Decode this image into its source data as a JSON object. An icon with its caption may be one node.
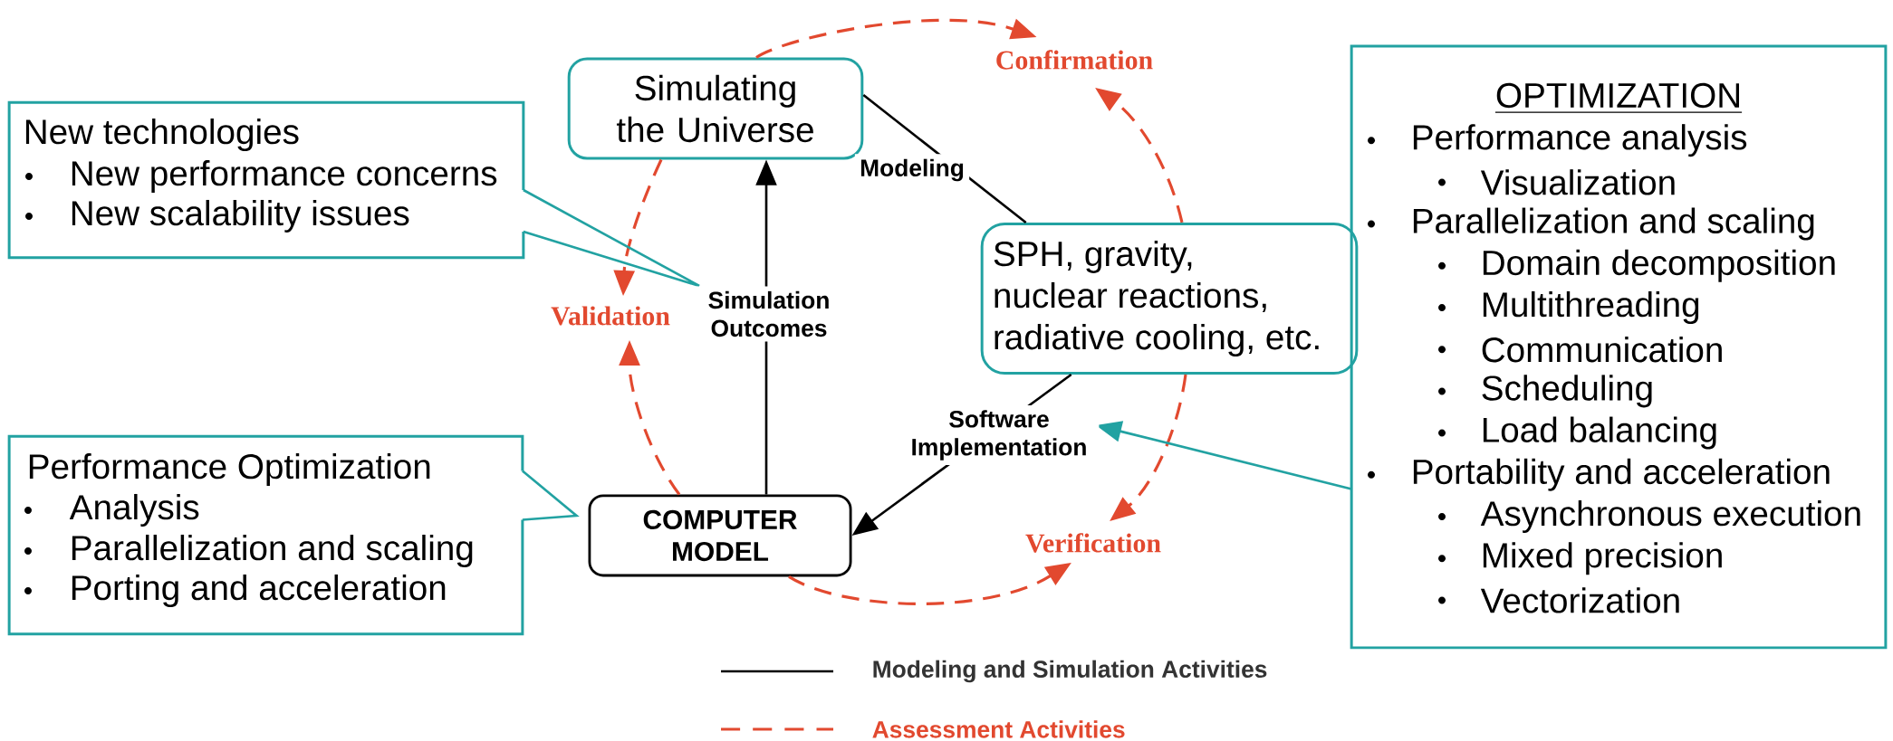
{
  "diagram": {
    "nodes": [
      {
        "text": [
          "Simulating the Universe"
        ]
      },
      {
        "text": [
          "COMPUTER MODEL"
        ]
      },
      {
        "text": [
          "SPH, gravity, nuclear reactions, radiative cooling, etc."
        ]
      },
      {
        "text": [
          "New technologies",
          "New performance concerns",
          "New scalability issues"
        ]
      },
      {
        "text": [
          "Performance Optimization",
          "Analysis",
          "Parallelization and scaling",
          "Porting and acceleration"
        ]
      },
      {
        "text": [
          "OPTIMIZATION",
          "Performance analysis",
          "Visualization",
          "Parallelization and scaling",
          "Domain decomposition",
          "Multithreading",
          "Communication",
          "Scheduling",
          "Load balancing",
          "Portability and acceleration",
          "Asynchronous execution",
          "Mixed precision",
          "Vectorization"
        ]
      },
      {
        "text": [
          "Confirmation"
        ]
      },
      {
        "text": [
          "Validation"
        ]
      },
      {
        "text": [
          "Verification"
        ]
      }
    ],
    "edges": [
      {
        "from": 1,
        "to": 0,
        "arrow": "to",
        "label": "Simulation Outcomes",
        "color": "#000000"
      },
      {
        "from": 0,
        "to": 2,
        "arrow": "none",
        "label": "Modeling",
        "color": "#000000"
      },
      {
        "from": 2,
        "to": 1,
        "arrow": "to",
        "label": "Software Implementation",
        "color": "#000000"
      },
      {
        "from": 0,
        "to": 6,
        "arrow": "to",
        "style": "dashed",
        "color": "#e2492f"
      },
      {
        "from": 2,
        "to": 6,
        "arrow": "to",
        "style": "dashed",
        "color": "#e2492f"
      },
      {
        "from": 0,
        "to": 7,
        "arrow": "to",
        "style": "dashed",
        "color": "#e2492f"
      },
      {
        "from": 1,
        "to": 7,
        "arrow": "to",
        "style": "dashed",
        "color": "#e2492f"
      },
      {
        "from": 2,
        "to": 8,
        "arrow": "to",
        "style": "dashed",
        "color": "#e2492f"
      },
      {
        "from": 1,
        "to": 8,
        "arrow": "to",
        "style": "dashed",
        "color": "#e2492f"
      },
      {
        "from": 3,
        "to": null,
        "arrow": "none",
        "color": "#22a2a2"
      },
      {
        "from": 4,
        "to": 1,
        "arrow": "none",
        "color": "#22a2a2"
      },
      {
        "from": 5,
        "to": null,
        "arrow": "to",
        "color": "#22a2a2"
      }
    ],
    "legend": [
      {
        "text": "Modeling and Simulation Activities"
      },
      {
        "text": "Assessment Activities"
      }
    ]
  }
}
